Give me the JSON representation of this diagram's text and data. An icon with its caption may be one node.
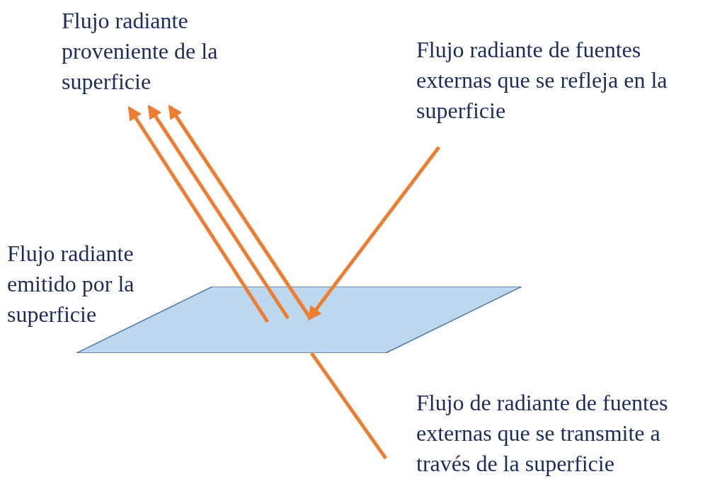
{
  "diagram": {
    "nodes": [
      {
        "text": [],
        "shape": "parallelogram"
      },
      {
        "text": [
          "Flujo radiante proveniente de la superficie"
        ]
      },
      {
        "text": [
          "Flujo radiante de fuentes externas que se refleja en la superficie"
        ]
      },
      {
        "text": [
          "Flujo de radiante de fuentes externas que se transmite a través de la superficie"
        ]
      }
    ],
    "edges": [
      {
        "from": 0,
        "to": 1,
        "arrow": "to"
      },
      {
        "from": 0,
        "to": 1,
        "arrow": "to"
      },
      {
        "from": 0,
        "to": 1,
        "arrow": "to"
      },
      {
        "from": 2,
        "to": 0,
        "arrow": "to"
      },
      {
        "from": 0,
        "to": 3,
        "arrow": "none"
      }
    ],
    "labels": [
      "Flujo radiante emitido por la superficie"
    ]
  }
}
